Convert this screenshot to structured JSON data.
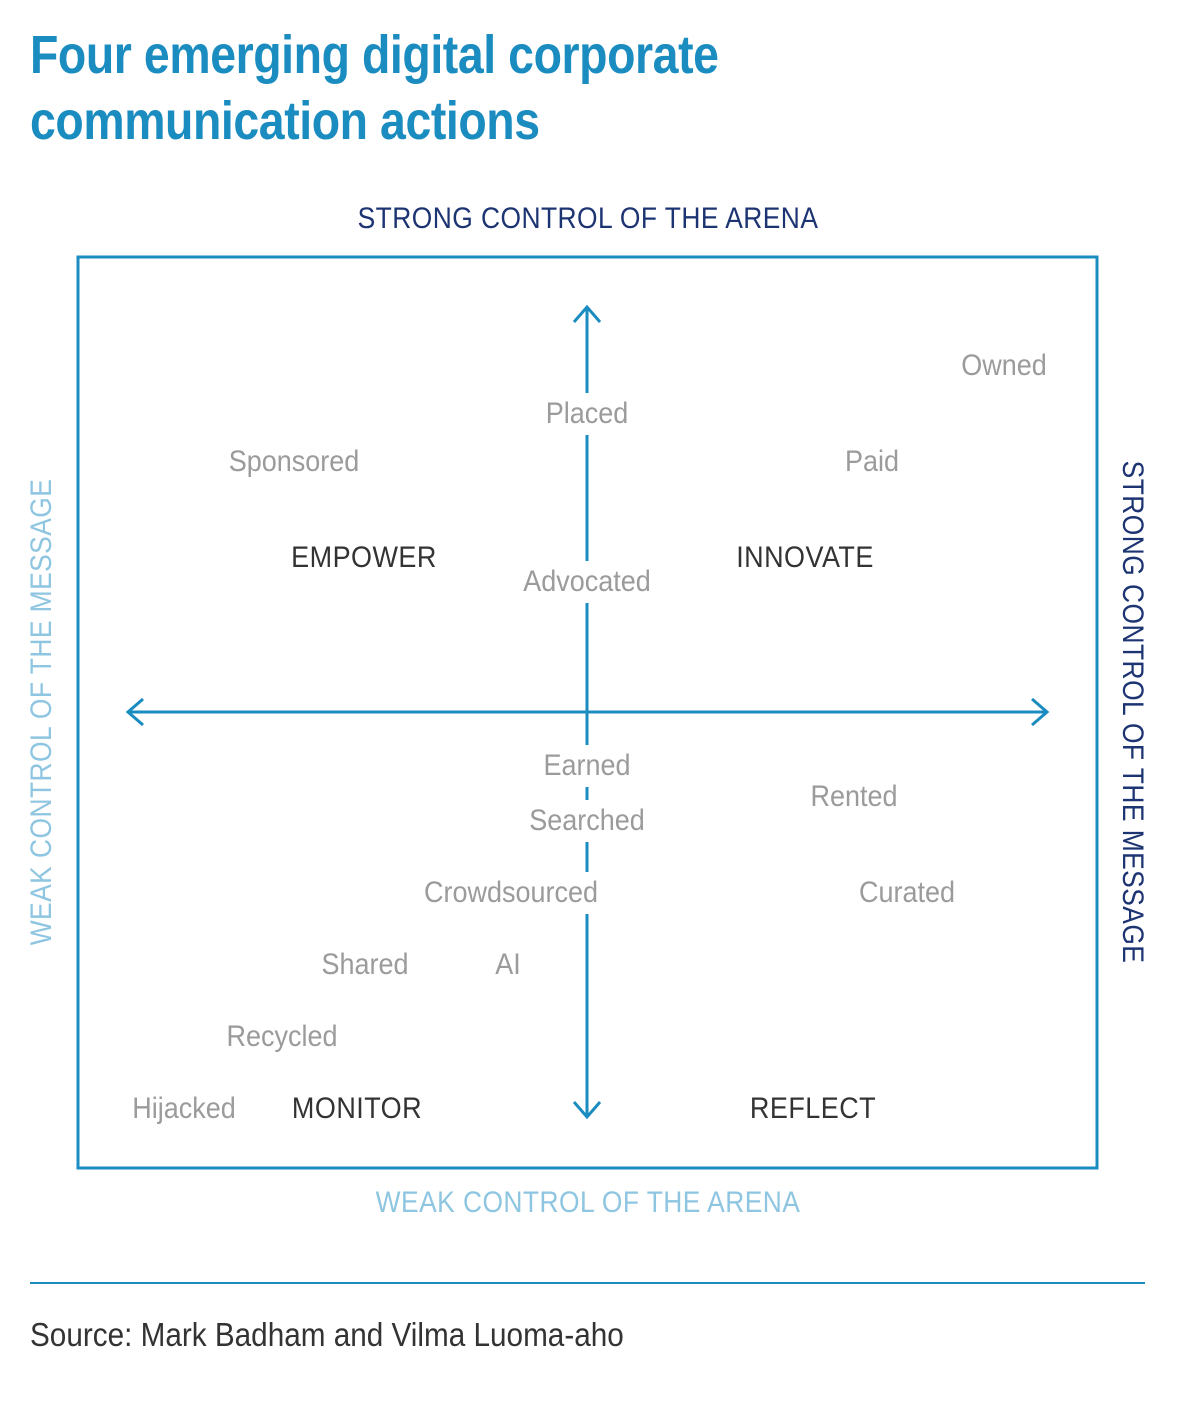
{
  "title": {
    "line1": "Four emerging digital corporate",
    "line2": "communication actions"
  },
  "axes": {
    "top": "STRONG CONTROL OF THE ARENA",
    "bottom": "WEAK CONTROL OF THE ARENA",
    "left": "WEAK CONTROL OF THE MESSAGE",
    "right": "STRONG CONTROL OF THE MESSAGE"
  },
  "quadrants": {
    "top_left": "EMPOWER",
    "top_right": "INNOVATE",
    "bottom_left": "MONITOR",
    "bottom_right": "REFLECT"
  },
  "terms": {
    "owned": "Owned",
    "placed": "Placed",
    "sponsored": "Sponsored",
    "paid": "Paid",
    "advocated": "Advocated",
    "earned": "Earned",
    "rented": "Rented",
    "searched": "Searched",
    "crowdsourced": "Crowdsourced",
    "curated": "Curated",
    "shared": "Shared",
    "ai": "AI",
    "recycled": "Recycled",
    "hijacked": "Hijacked"
  },
  "source": "Source: Mark Badham and Vilma Luoma-aho",
  "colors": {
    "title": "#1a8cc0",
    "frame": "#1a8cc0",
    "strong_label": "#1d3473",
    "weak_label": "#8ec5e0",
    "term": "#9b9b9b",
    "quadrant": "#333333"
  }
}
